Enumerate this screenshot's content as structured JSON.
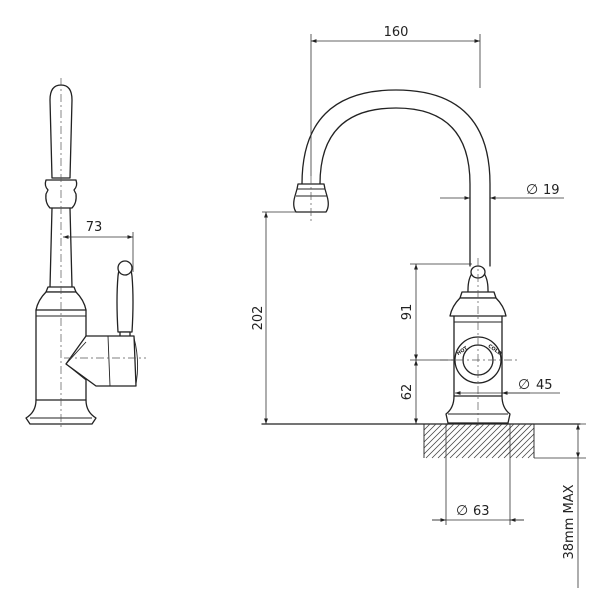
{
  "dimensions": {
    "spout_reach": "160",
    "side_projection": "73",
    "spout_diameter": "19",
    "handle_height": "91",
    "overall_height": "202",
    "base_height": "62",
    "body_diameter": "45",
    "base_diameter": "63",
    "max_mounting_thickness": "38mm MAX"
  },
  "diameter_symbol": "∅",
  "body_labels": {
    "hot": "HOT",
    "cold": "COLD"
  }
}
